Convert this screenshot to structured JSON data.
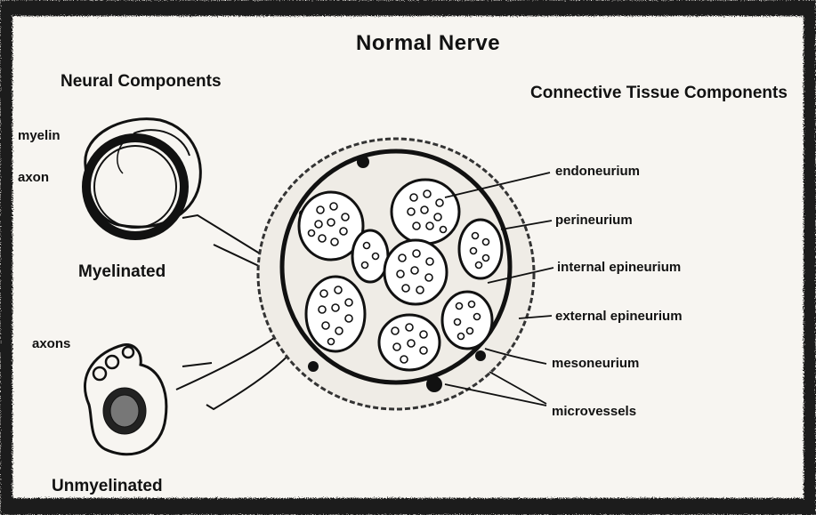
{
  "title": "Normal Nerve",
  "headers": {
    "neural": "Neural Components",
    "connective": "Connective Tissue Components"
  },
  "neural_labels": {
    "myelin": "myelin",
    "axon": "axon",
    "myelinated": "Myelinated",
    "axons": "axons",
    "unmyelinated": "Unmyelinated"
  },
  "connective_labels": {
    "endoneurium": "endoneurium",
    "perineurium": "perineurium",
    "internal_epineurium": "internal epineurium",
    "external_epineurium": "external epineurium",
    "mesoneurium": "mesoneurium",
    "microvessels": "microvessels"
  },
  "colors": {
    "ink": "#111111",
    "paper": "#f7f5f1",
    "border": "#1a1a1a"
  }
}
